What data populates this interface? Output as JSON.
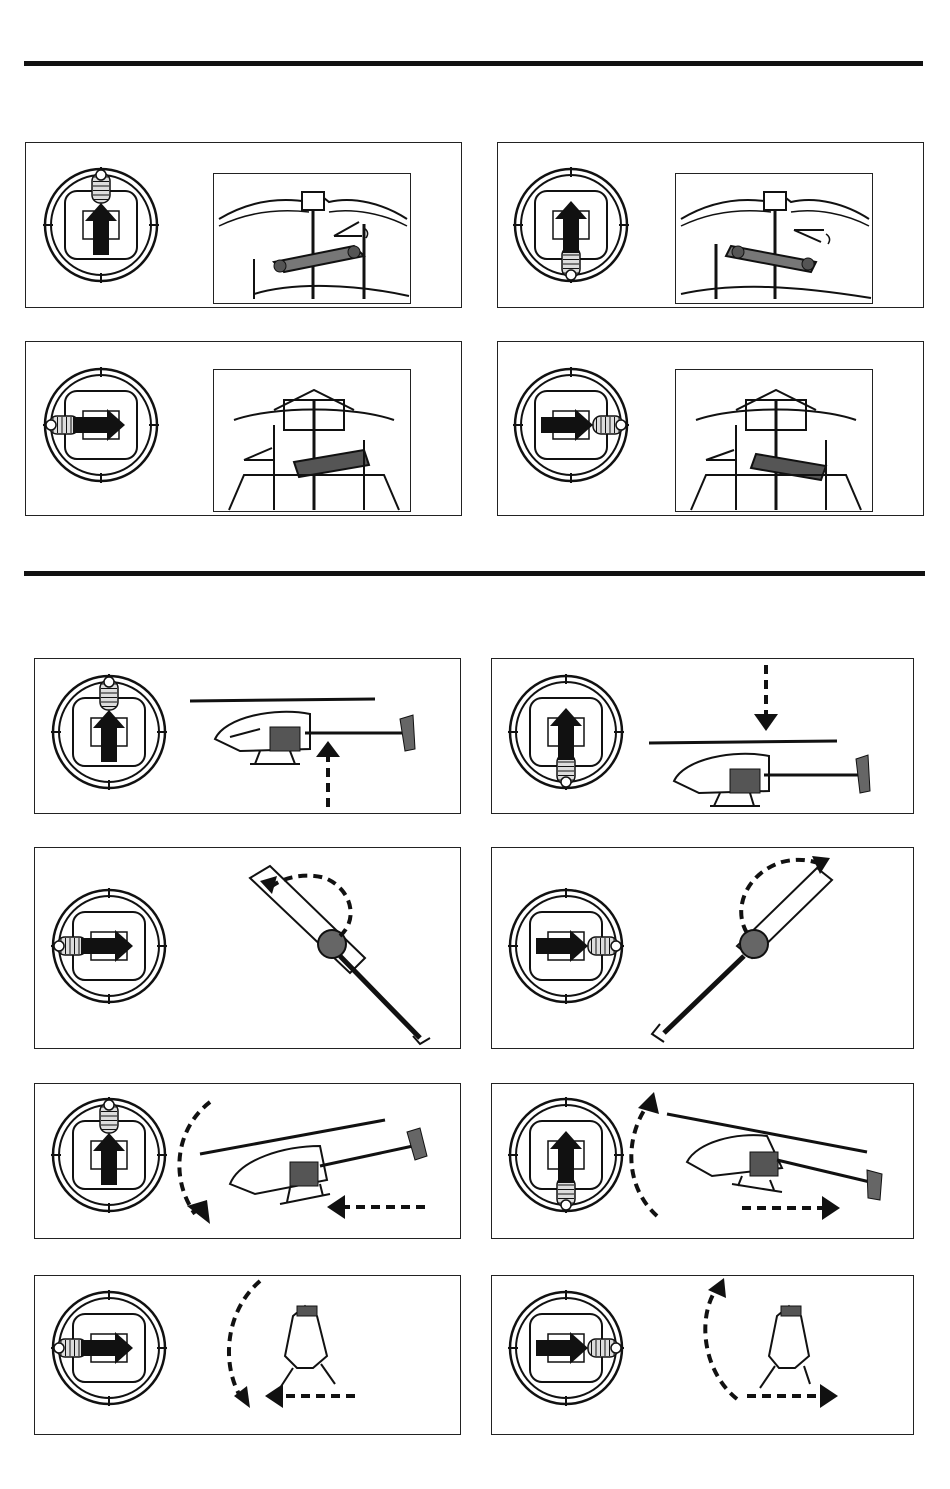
{
  "sections": [
    {
      "name": "swashplate-direction-checks",
      "panels": [
        {
          "id": "elevator-forward",
          "stick": "up"
        },
        {
          "id": "elevator-back",
          "stick": "down"
        },
        {
          "id": "aileron-left",
          "stick": "left"
        },
        {
          "id": "aileron-right",
          "stick": "right"
        }
      ]
    },
    {
      "name": "flight-control-responses",
      "panels": [
        {
          "id": "throttle-up-climb",
          "stick": "up",
          "motion": "up-arrow"
        },
        {
          "id": "throttle-down-descend",
          "stick": "down",
          "motion": "down-arrow"
        },
        {
          "id": "rudder-left-yaw",
          "stick": "left",
          "motion": "ccw-nose"
        },
        {
          "id": "rudder-right-yaw",
          "stick": "right",
          "motion": "cw-nose"
        },
        {
          "id": "elevator-forward-flight",
          "stick": "up",
          "motion": "pitch-forward"
        },
        {
          "id": "elevator-back-flight",
          "stick": "down",
          "motion": "pitch-back"
        },
        {
          "id": "aileron-left-flight",
          "stick": "left",
          "motion": "roll-left"
        },
        {
          "id": "aileron-right-flight",
          "stick": "right",
          "motion": "roll-right"
        }
      ]
    }
  ],
  "colors": {
    "ink": "#111111",
    "paper": "#ffffff",
    "mid": "#555555"
  },
  "icons": [
    "transmitter-stick-icon",
    "helicopter-side-icon",
    "helicopter-top-icon",
    "helicopter-front-icon",
    "swashplate-icon",
    "dashed-arrow-icon"
  ]
}
